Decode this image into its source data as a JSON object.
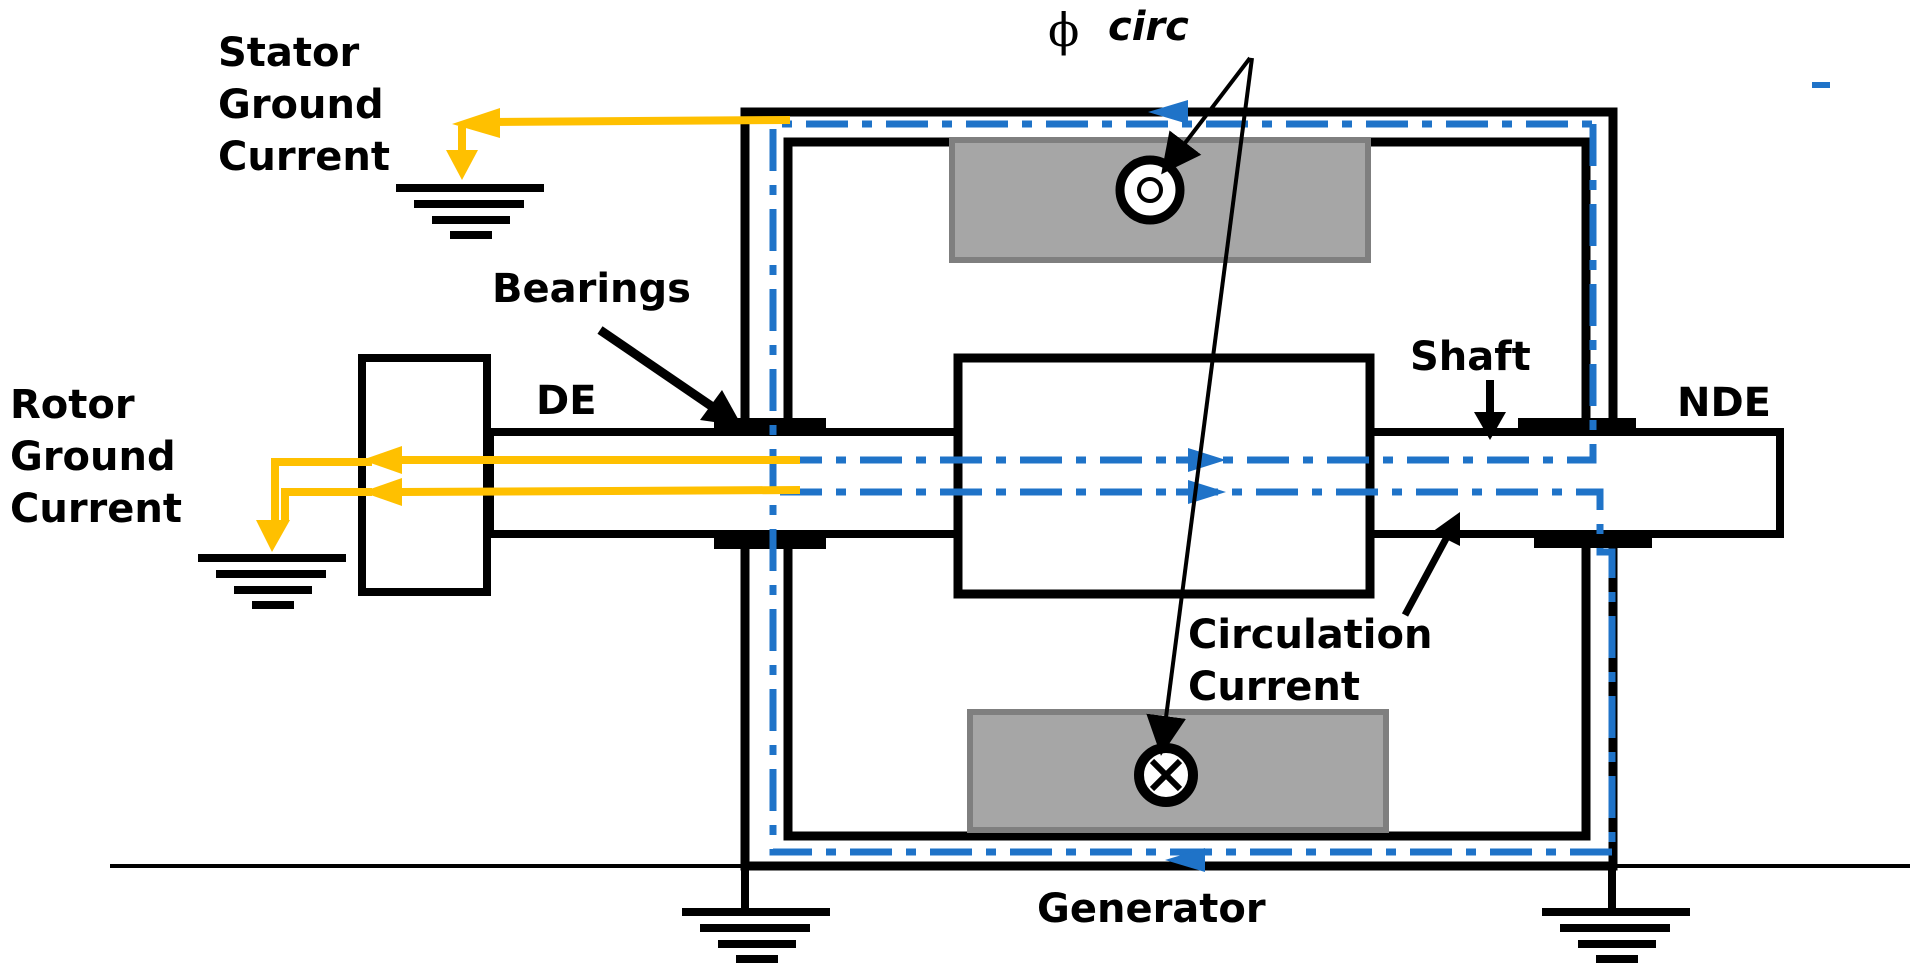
{
  "labels": {
    "stator_ground_current": [
      "Stator",
      "Ground",
      "Current"
    ],
    "rotor_ground_current": [
      "Rotor",
      "Ground",
      "Current"
    ],
    "bearings": "Bearings",
    "de": "DE",
    "nde": "NDE",
    "shaft": "Shaft",
    "circulation_current": [
      "Circulation",
      "Current"
    ],
    "generator": "Generator",
    "phi_symbol": "ϕ",
    "phi_subscript": "circ"
  },
  "colors": {
    "structure": "#000000",
    "ground_current": "#FFC000",
    "circulation_flux": "#1F73C8",
    "coil": "#A6A6A6",
    "coil_border": "#7F7F7F"
  }
}
